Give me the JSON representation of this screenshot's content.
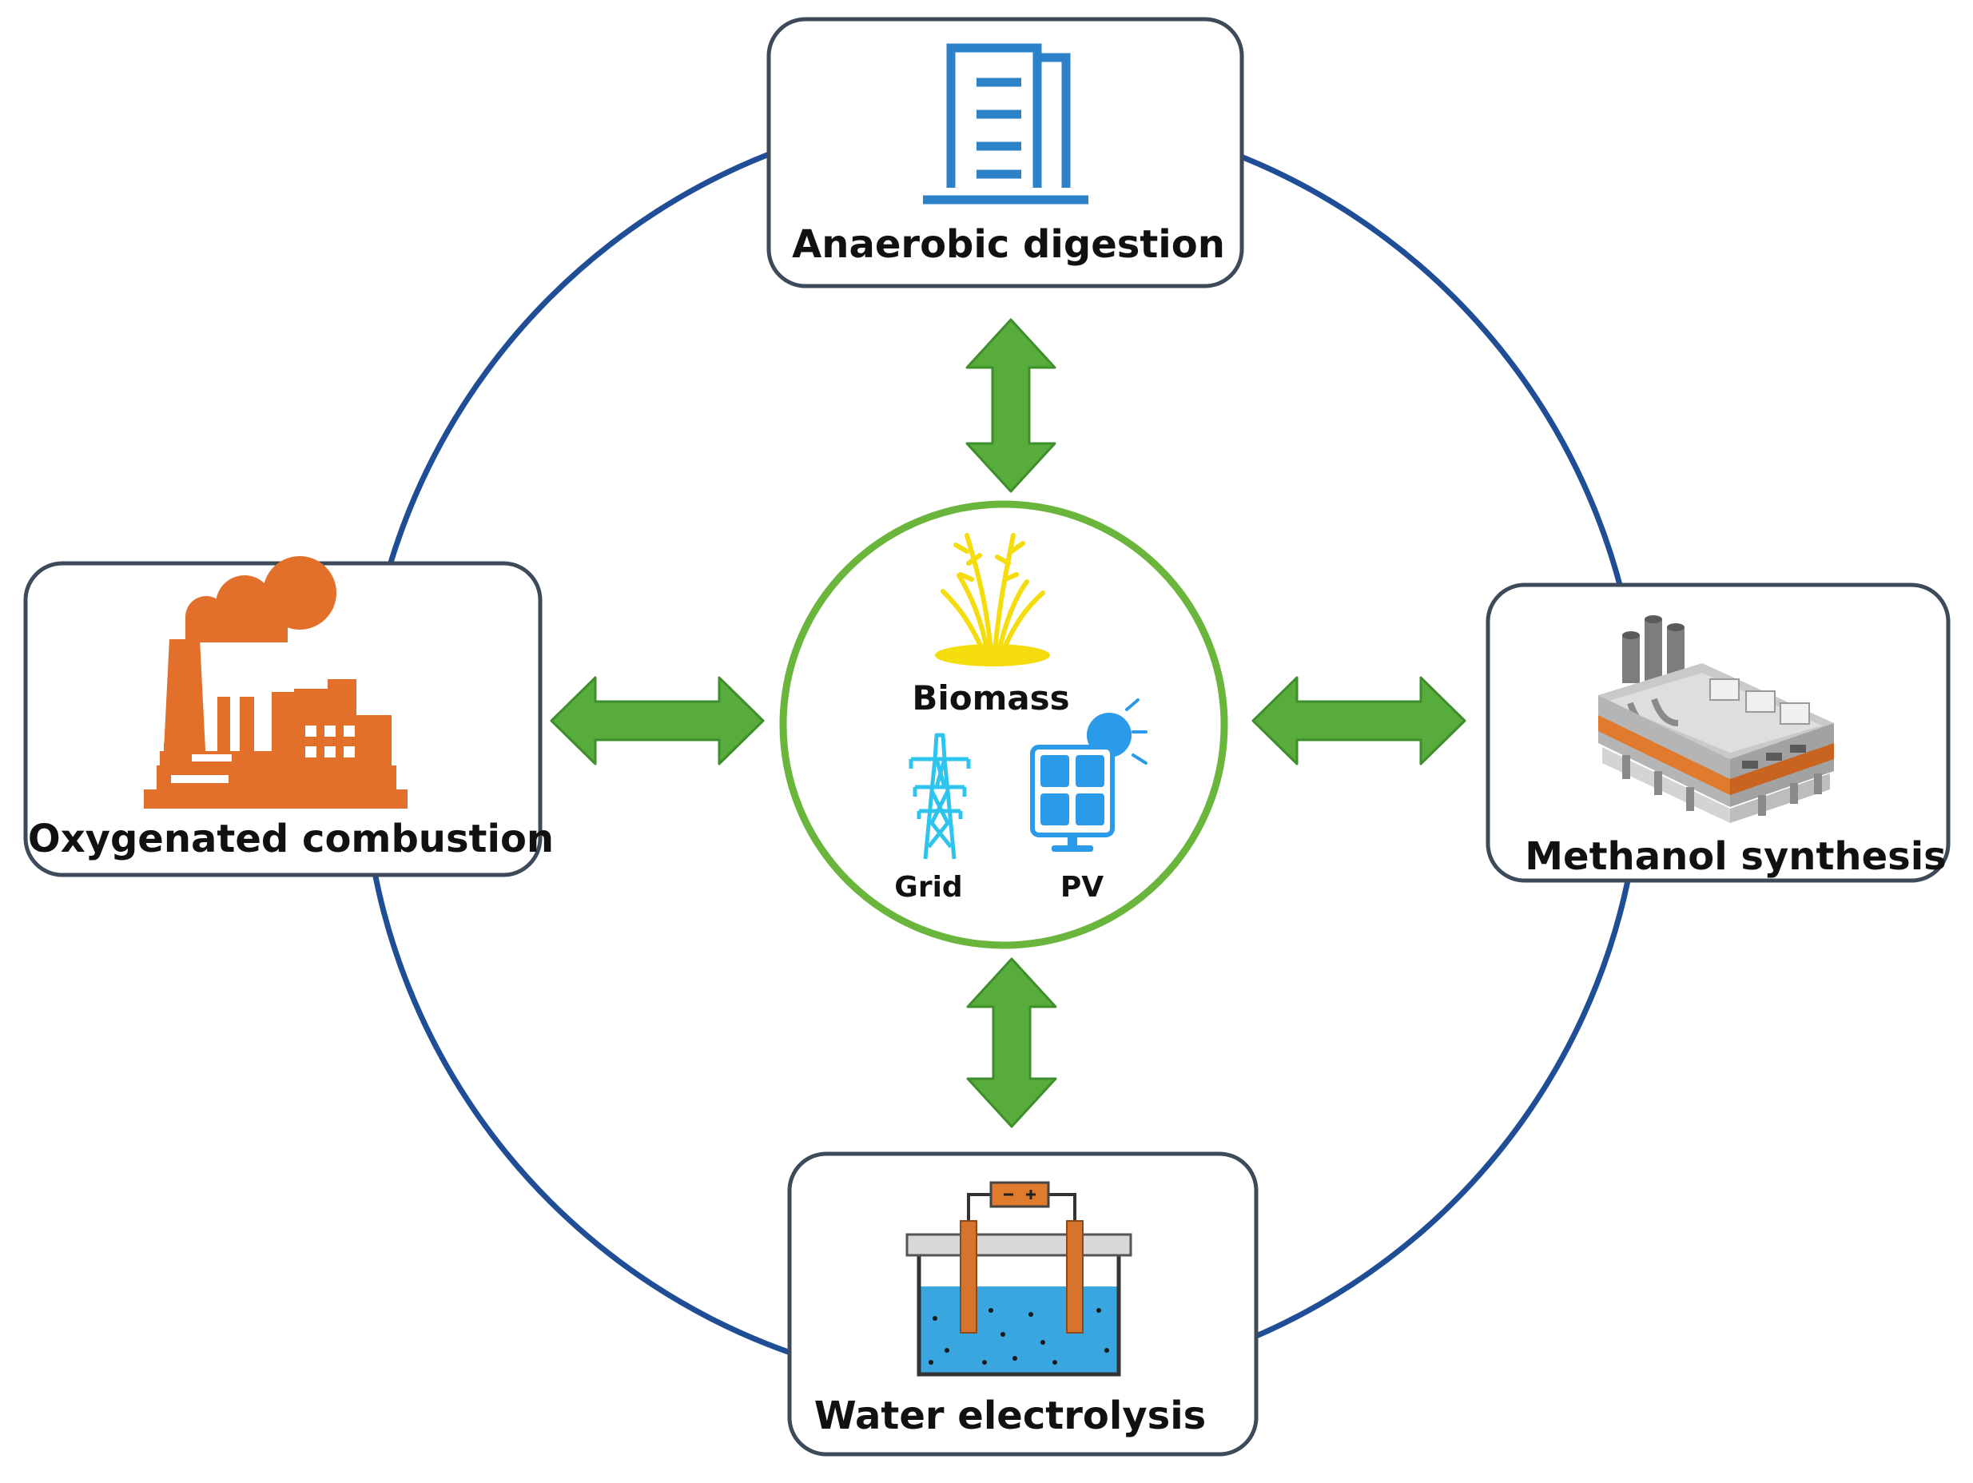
{
  "colors": {
    "ring": "#1f4e96",
    "box_border": "#3c4a5a",
    "center_circle": "#6ab53c",
    "arrow": "#58ac3c",
    "arrow_outline": "#3e8e2c",
    "digestion_icon": "#2b82c9",
    "combustion_icon": "#e2702a",
    "grid_icon": "#2fc4ee",
    "pv_icon": "#2b9ae8",
    "biomass_icon": "#f5dc0c",
    "electrolysis_liquid": "#3aa6e0",
    "electrode": "#d6742e",
    "plant_gray": "#8a8a8a",
    "plant_orange": "#e07a2c"
  },
  "nodes": {
    "top": {
      "label": "Anaerobic digestion",
      "icon": "digester-tower-icon"
    },
    "left": {
      "label": "Oxygenated combustion",
      "icon": "factory-smoke-icon"
    },
    "right": {
      "label": "Methanol synthesis",
      "icon": "chemical-plant-icon"
    },
    "bottom": {
      "label": "Water electrolysis",
      "icon": "electrolysis-cell-icon"
    }
  },
  "center": {
    "biomass": {
      "label": "Biomass",
      "icon": "grass-tuft-icon"
    },
    "grid": {
      "label": "Grid",
      "icon": "power-tower-icon"
    },
    "pv": {
      "label": "PV",
      "icon": "solar-panel-icon"
    }
  },
  "connections": [
    {
      "from": "center",
      "to": "top",
      "type": "bidirectional"
    },
    {
      "from": "center",
      "to": "left",
      "type": "bidirectional"
    },
    {
      "from": "center",
      "to": "right",
      "type": "bidirectional"
    },
    {
      "from": "center",
      "to": "bottom",
      "type": "bidirectional"
    }
  ]
}
